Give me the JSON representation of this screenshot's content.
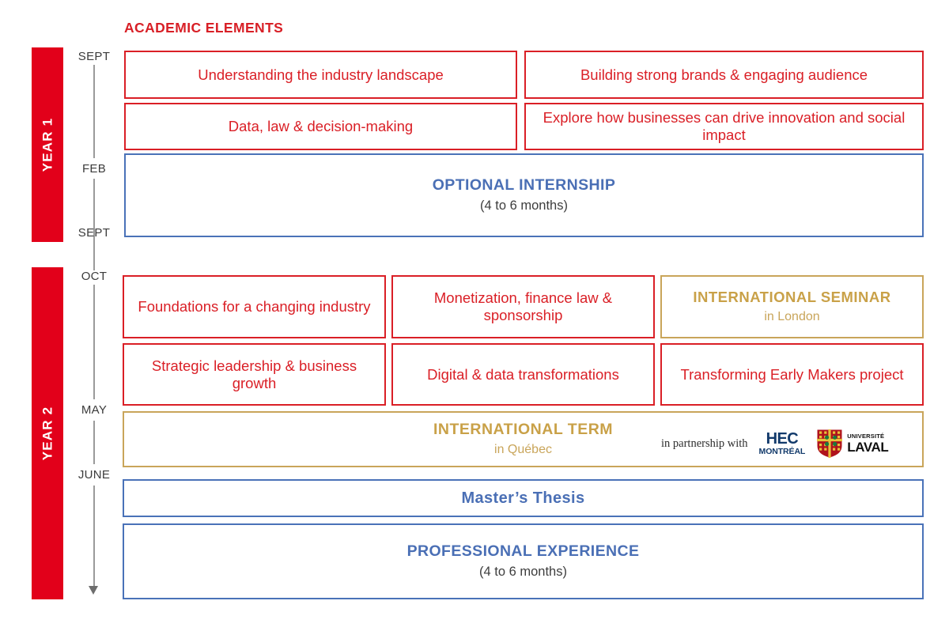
{
  "header": {
    "section_title": "ACADEMIC ELEMENTS"
  },
  "colors": {
    "red": "#DA1F26",
    "rail_red": "#E2001A",
    "blue": "#4A72B8",
    "blue_text": "#4A6FB5",
    "gold": "#C9A55A",
    "gold_text": "#C9A148",
    "axis_grey": "#9a9a9a",
    "hec_navy": "#123A6B"
  },
  "year1": {
    "rail_label": "YEAR 1",
    "months": [
      "SEPT",
      "FEB",
      "SEPT"
    ],
    "boxes": [
      {
        "name": "understanding-industry-landscape",
        "title": "Understanding the industry landscape",
        "subtitle": "",
        "style": "red"
      },
      {
        "name": "building-strong-brands",
        "title": "Building strong brands & engaging audience",
        "subtitle": "",
        "style": "red"
      },
      {
        "name": "data-law-decision-making",
        "title": "Data, law & decision-making",
        "subtitle": "",
        "style": "red"
      },
      {
        "name": "explore-businesses-innovation",
        "title": "Explore how businesses can drive innovation and social impact",
        "subtitle": "",
        "style": "red"
      },
      {
        "name": "optional-internship",
        "title": "OPTIONAL INTERNSHIP",
        "subtitle": "(4 to 6 months)",
        "style": "blue"
      }
    ]
  },
  "year2": {
    "rail_label": "YEAR 2",
    "months": [
      "OCT",
      "MAY",
      "JUNE"
    ],
    "boxes": [
      {
        "name": "foundations-changing-industry",
        "title": "Foundations for a changing industry",
        "subtitle": "",
        "style": "red"
      },
      {
        "name": "monetization-finance-law",
        "title": "Monetization, finance law & sponsorship",
        "subtitle": "",
        "style": "red"
      },
      {
        "name": "international-seminar",
        "title": "INTERNATIONAL SEMINAR",
        "subtitle": "in London",
        "style": "gold"
      },
      {
        "name": "strategic-leadership",
        "title": "Strategic leadership & business growth",
        "subtitle": "",
        "style": "red"
      },
      {
        "name": "digital-data-transformations",
        "title": "Digital & data transformations",
        "subtitle": "",
        "style": "red"
      },
      {
        "name": "transforming-early-makers",
        "title": "Transforming Early Makers project",
        "subtitle": "",
        "style": "red"
      },
      {
        "name": "international-term",
        "title": "INTERNATIONAL TERM",
        "subtitle": "in Québec",
        "style": "gold"
      },
      {
        "name": "masters-thesis",
        "title": "Master’s Thesis",
        "subtitle": "",
        "style": "blue"
      },
      {
        "name": "professional-experience",
        "title": "PROFESSIONAL EXPERIENCE",
        "subtitle": "(4 to 6 months)",
        "style": "blue"
      }
    ]
  },
  "partnership": {
    "label": "in partnership with",
    "logos": [
      {
        "name": "hec-montreal-logo",
        "line1": "HEC",
        "line2": "MONTRÉAL"
      },
      {
        "name": "universite-laval-logo",
        "line1": "UNIVERSITÉ",
        "line2": "LAVAL"
      }
    ]
  }
}
